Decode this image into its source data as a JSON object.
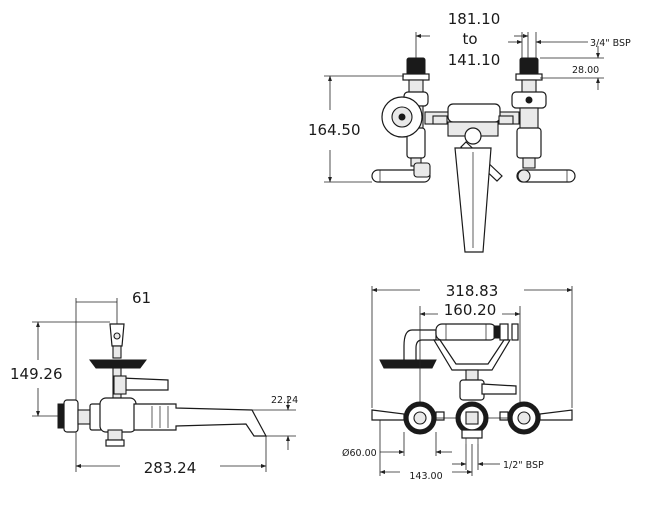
{
  "dimensions": {
    "top_view": {
      "centers_max": "181.10",
      "centers_to": "to",
      "centers_min": "141.10",
      "inlet_thread": "3/4\" BSP",
      "inlet_length": "28.00",
      "height": "164.50"
    },
    "side_view": {
      "handle_offset": "61",
      "height": "149.26",
      "spout_drop": "22.24",
      "projection": "283.24"
    },
    "front_view": {
      "overall_width": "318.83",
      "handset_cradle_width": "160.20",
      "escutcheon_diameter": "Ø60.00",
      "half_centers": "143.00",
      "outlet_thread": "1/2\" BSP"
    }
  }
}
